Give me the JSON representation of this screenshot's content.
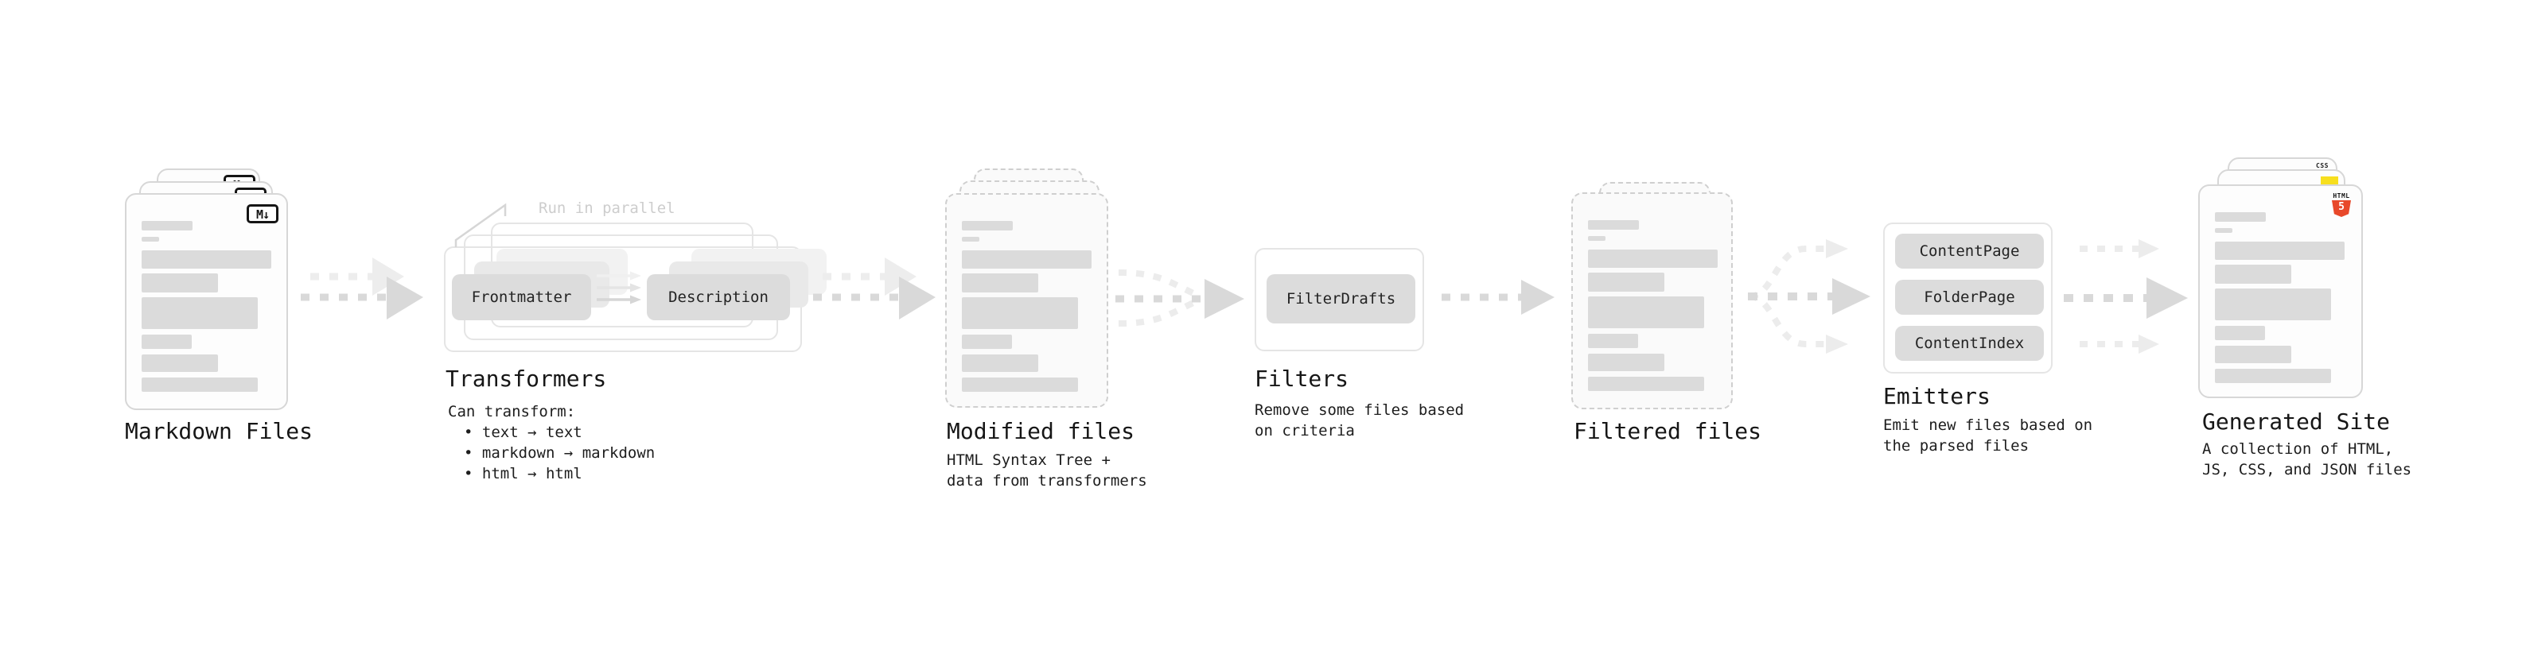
{
  "diagram": {
    "stages": {
      "markdown_files": {
        "label": "Markdown Files",
        "badge": "M↓"
      },
      "transformers": {
        "label": "Transformers",
        "note": "Run in parallel",
        "chips": [
          "Frontmatter",
          "Description"
        ],
        "body_title": "Can transform:",
        "bullets": [
          "• text → text",
          "• markdown → markdown",
          "• html → html"
        ]
      },
      "modified_files": {
        "label": "Modified files",
        "desc_lines": [
          "HTML Syntax Tree +",
          "data from transformers"
        ]
      },
      "filters": {
        "label": "Filters",
        "chips": [
          "FilterDrafts"
        ],
        "desc_lines": [
          "Remove some files based",
          "on criteria"
        ]
      },
      "filtered_files": {
        "label": "Filtered files"
      },
      "emitters": {
        "label": "Emitters",
        "chips": [
          "ContentPage",
          "FolderPage",
          "ContentIndex"
        ],
        "desc_lines": [
          "Emit new files based on",
          "the parsed files"
        ]
      },
      "generated_site": {
        "label": "Generated Site",
        "desc_lines": [
          "A collection of HTML,",
          "JS, CSS, and JSON files"
        ],
        "badges": {
          "css_label": "CSS",
          "html_label": "HTML",
          "html_number": "5"
        }
      }
    },
    "colors": {
      "arrow_dark": "#d9d9d9",
      "arrow_light": "#ececec",
      "placeholder_bar": "#dbdbdb",
      "chip_bg": "#dcdcdc",
      "html5_orange": "#e8482a",
      "js_yellow": "#f7df1e",
      "css_blue": "#2862e9"
    }
  }
}
